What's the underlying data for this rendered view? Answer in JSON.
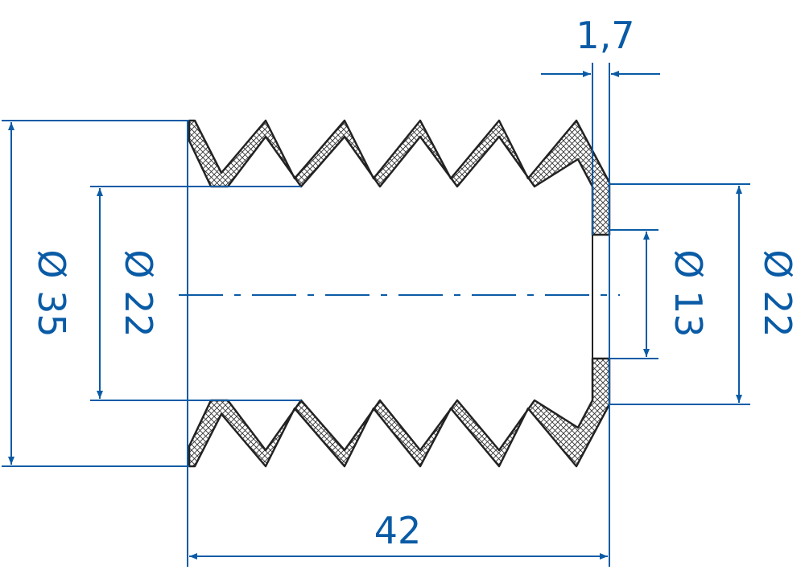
{
  "dimensions": {
    "wall_thickness": "1,7",
    "outer_diameter": "Ø 35",
    "inner_diameter_left": "Ø 22",
    "end_hole_diameter": "Ø 13",
    "end_diameter": "Ø 22",
    "length": "42"
  },
  "colors": {
    "dimension": "#0a5ba6",
    "outline": "#222222",
    "hatch": "#333333",
    "background": "#ffffff"
  }
}
